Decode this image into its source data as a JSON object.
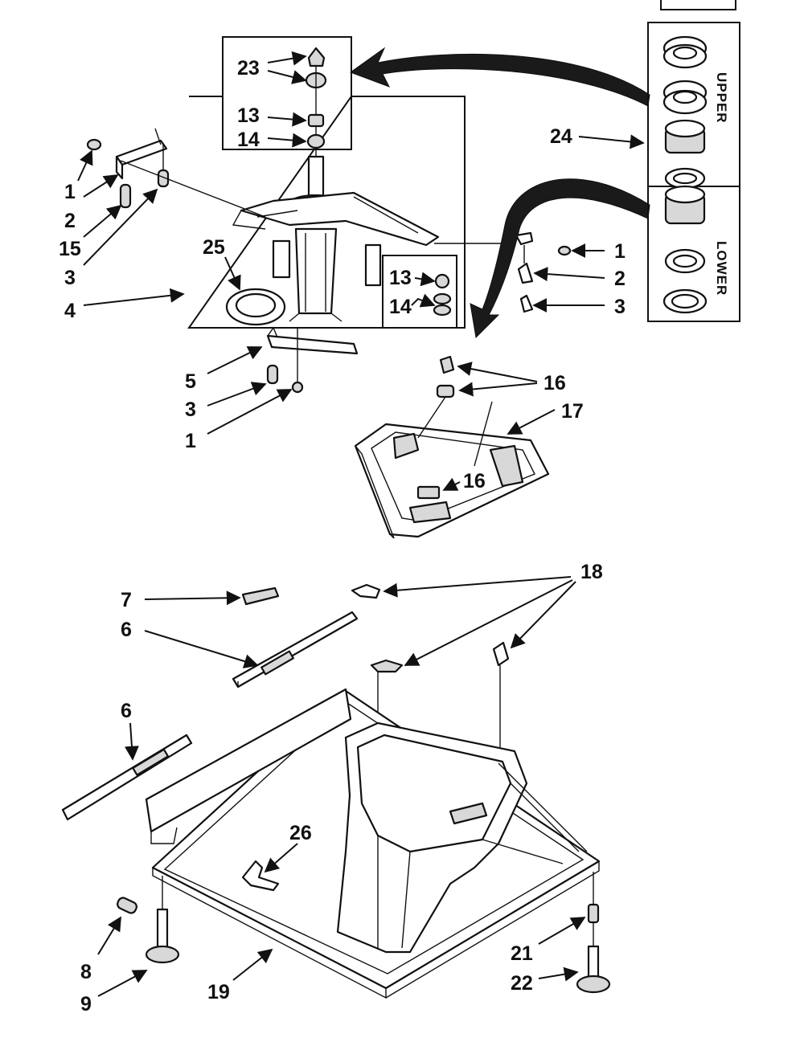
{
  "callouts": {
    "c23": "23",
    "c13a": "13",
    "c14a": "14",
    "c1a": "1",
    "c2a": "2",
    "c15": "15",
    "c3a": "3",
    "c4": "4",
    "c25": "25",
    "c13b": "13",
    "c14b": "14",
    "c1b": "1",
    "c2b": "2",
    "c3b": "3",
    "c24": "24",
    "c5": "5",
    "c3c": "3",
    "c1c": "1",
    "c16a": "16",
    "c17": "17",
    "c16b": "16",
    "c7": "7",
    "c6a": "6",
    "c18": "18",
    "c6b": "6",
    "c26": "26",
    "c8": "8",
    "c9": "9",
    "c19": "19",
    "c21": "21",
    "c22": "22"
  },
  "bearing_kit": {
    "upper_label": "UPPER",
    "lower_label": "LOWER"
  }
}
